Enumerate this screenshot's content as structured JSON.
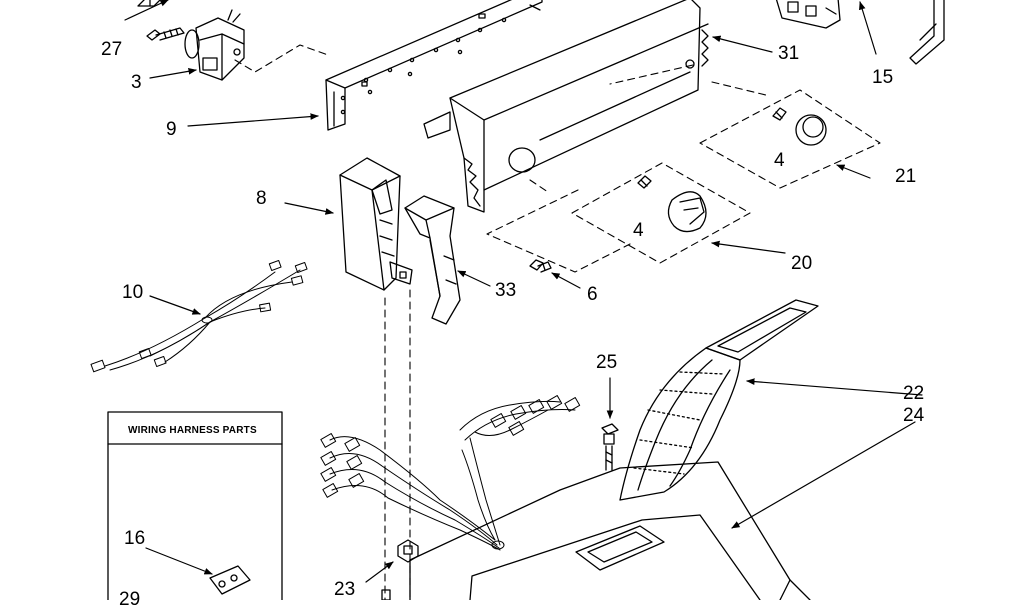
{
  "diagram": {
    "callouts": [
      {
        "id": "c27",
        "text": "27"
      },
      {
        "id": "c3",
        "text": "3"
      },
      {
        "id": "c9",
        "text": "9"
      },
      {
        "id": "c8",
        "text": "8"
      },
      {
        "id": "c10",
        "text": "10"
      },
      {
        "id": "c31",
        "text": "31"
      },
      {
        "id": "c15",
        "text": "15"
      },
      {
        "id": "c4a",
        "text": "4"
      },
      {
        "id": "c21",
        "text": "21"
      },
      {
        "id": "c4b",
        "text": "4"
      },
      {
        "id": "c20",
        "text": "20"
      },
      {
        "id": "c33",
        "text": "33"
      },
      {
        "id": "c6",
        "text": "6"
      },
      {
        "id": "c25",
        "text": "25"
      },
      {
        "id": "c22",
        "text": "22"
      },
      {
        "id": "c24",
        "text": "24"
      },
      {
        "id": "c16",
        "text": "16"
      },
      {
        "id": "c23",
        "text": "23"
      },
      {
        "id": "c29",
        "text": "29"
      }
    ],
    "wiring_box": {
      "title": "WIRING HARNESS PARTS"
    }
  }
}
